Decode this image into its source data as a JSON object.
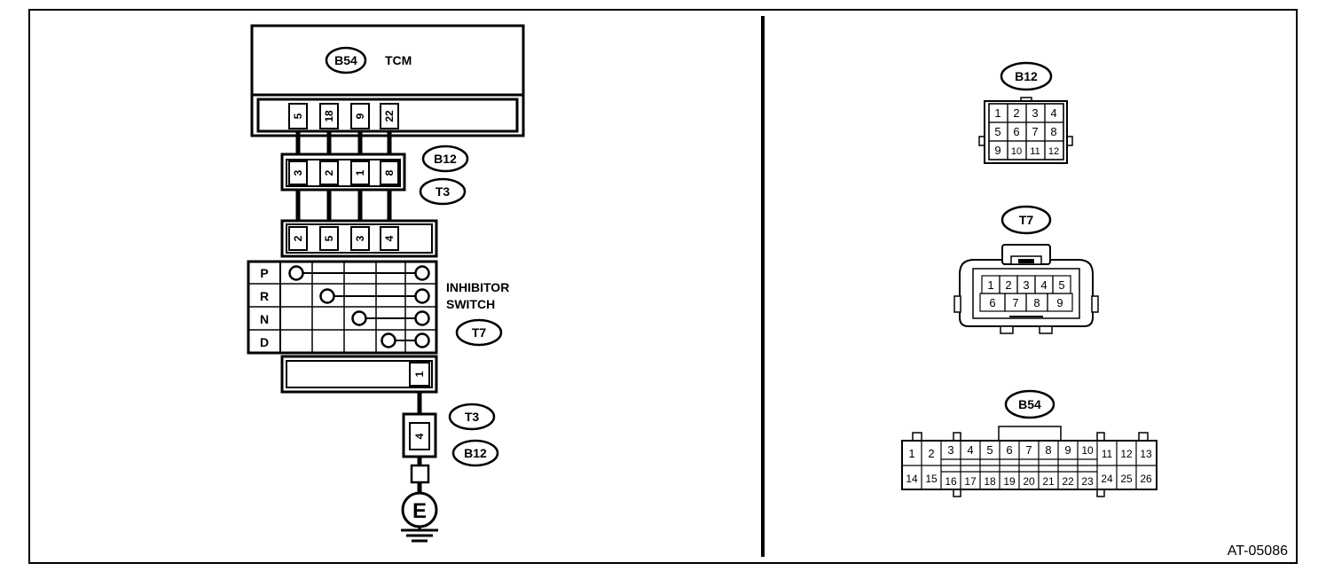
{
  "tcm": {
    "connector": "B54",
    "name": "TCM",
    "pins": [
      "5",
      "18",
      "9",
      "22"
    ]
  },
  "junction_upper": {
    "connectors": [
      "B12",
      "T3"
    ],
    "pins": [
      "3",
      "2",
      "1",
      "8"
    ]
  },
  "inhibitor": {
    "connector": "T7",
    "name_line1": "INHIBITOR",
    "name_line2": "SWITCH",
    "pins": [
      "2",
      "5",
      "3",
      "4"
    ],
    "positions": [
      "P",
      "R",
      "N",
      "D"
    ],
    "common_pin": "1"
  },
  "junction_lower": {
    "connectors": [
      "T3",
      "B12"
    ],
    "pin": "4"
  },
  "ground": {
    "label": "E"
  },
  "right": {
    "b12": {
      "label": "B12",
      "pins": [
        "1",
        "2",
        "3",
        "4",
        "5",
        "6",
        "7",
        "8",
        "9",
        "10",
        "11",
        "12"
      ]
    },
    "t7": {
      "label": "T7",
      "pins": [
        "1",
        "2",
        "3",
        "4",
        "5",
        "6",
        "7",
        "8",
        "9"
      ]
    },
    "b54": {
      "label": "B54",
      "pins": [
        "1",
        "2",
        "3",
        "4",
        "5",
        "6",
        "7",
        "8",
        "9",
        "10",
        "11",
        "12",
        "13",
        "14",
        "15",
        "16",
        "17",
        "18",
        "19",
        "20",
        "21",
        "22",
        "23",
        "24",
        "25",
        "26"
      ]
    }
  },
  "figure_id": "AT-05086"
}
